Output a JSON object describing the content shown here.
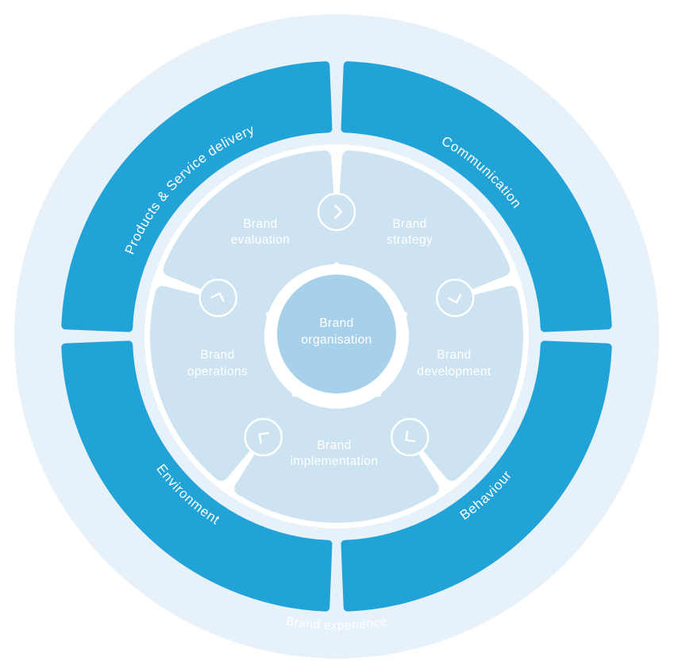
{
  "colors": {
    "background": "#ffffff",
    "outer_halo": "#e7f1fa",
    "outer_segment": "#22a3d7",
    "inner_segment": "#cde3f1",
    "center_circle": "#a7d0ea",
    "icon_stroke": "#ffffff"
  },
  "ring_label": "Brand experience",
  "center": {
    "line1": "Brand",
    "line2": "organisation"
  },
  "outer_segments": [
    {
      "id": "products",
      "label": "Products & Service delivery"
    },
    {
      "id": "communication",
      "label": "Communication"
    },
    {
      "id": "behaviour",
      "label": "Behaviour"
    },
    {
      "id": "environment",
      "label": "Environment"
    }
  ],
  "inner_segments": [
    {
      "id": "strategy",
      "line1": "Brand",
      "line2": "strategy",
      "icon": "chevron-icon"
    },
    {
      "id": "development",
      "line1": "Brand",
      "line2": "development",
      "icon": "chevron-icon"
    },
    {
      "id": "implementation",
      "line1": "Brand",
      "line2": "implementation",
      "icon": "chevron-icon"
    },
    {
      "id": "operations",
      "line1": "Brand",
      "line2": "operations",
      "icon": "chevron-icon"
    },
    {
      "id": "evaluation",
      "line1": "Brand",
      "line2": "evaluation",
      "icon": "chevron-icon"
    }
  ]
}
